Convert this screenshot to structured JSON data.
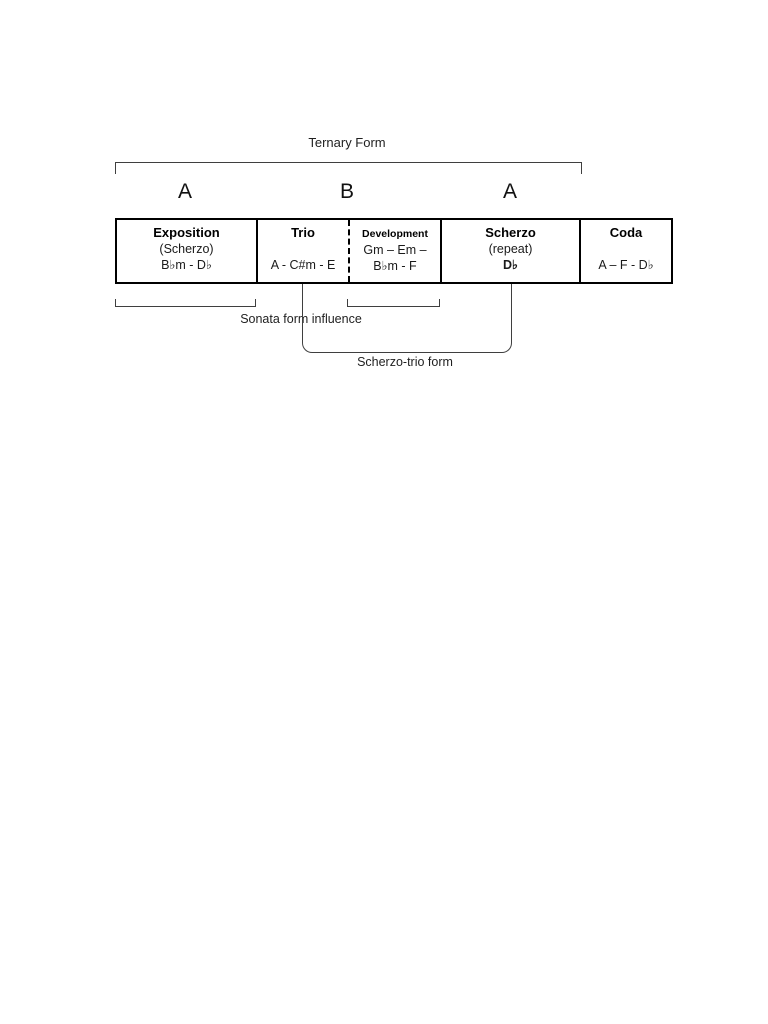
{
  "diagram": {
    "title": "Ternary Form",
    "letters": [
      "A",
      "B",
      "A"
    ],
    "boxes": [
      {
        "title": "Exposition",
        "lines": [
          "(Scherzo)",
          "B♭m - D♭"
        ]
      },
      {
        "title": "Trio",
        "lines": [
          "",
          "A - C#m - E"
        ]
      },
      {
        "title": "Development",
        "lines": [
          "Gm – Em –",
          "B♭m - F"
        ]
      },
      {
        "title": "Scherzo",
        "lines": [
          "(repeat)",
          "D♭"
        ]
      },
      {
        "title": "Coda",
        "lines": [
          "",
          "A – F - D♭"
        ]
      }
    ],
    "annotations": {
      "sonata_influence": "Sonata form influence",
      "scherzo_trio": "Scherzo-trio form"
    },
    "colors": {
      "background": "#ffffff",
      "box_border": "#000000",
      "bracket_line": "#3f3f3f",
      "text": "#000000"
    }
  }
}
